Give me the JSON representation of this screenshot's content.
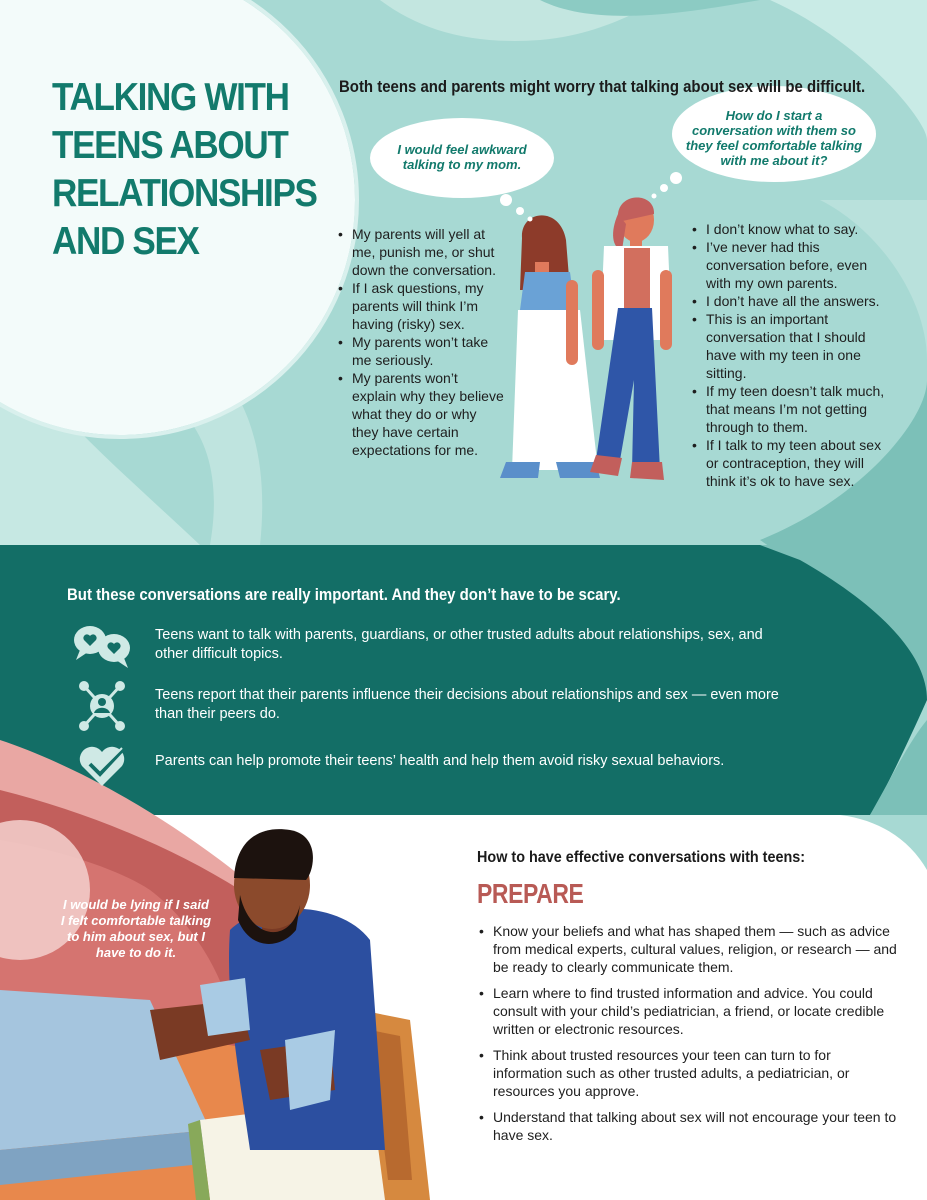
{
  "title": "TALKING WITH TEENS ABOUT RELATIONSHIPS AND SEX",
  "title_lines": [
    "TALKING WITH",
    "TEENS ABOUT",
    "RELATIONSHIPS",
    "AND SEX"
  ],
  "intro": "Both teens and parents might worry that talking about sex will be difficult.",
  "teen_bubble": "I would feel awkward talking to my mom.",
  "parent_bubble": "How do I start a conversation with them so they feel comfortable talking with me about it?",
  "teen_worries": [
    "My parents will yell at me, punish me, or shut down the conversation.",
    "If I ask questions, my parents will think I’m having (risky) sex.",
    "My parents won’t take me seriously.",
    "My parents won’t explain why they believe what they do or why they have certain expectations for me."
  ],
  "parent_worries": [
    "I don’t know what to say.",
    "I’ve never had this conversation before, even with my own parents.",
    "I don’t have all the answers.",
    "This is an important conversation that I should have with my teen in one sitting.",
    "If my teen doesn’t talk much, that means I’m not getting through to them.",
    "If I talk to my teen about sex or contraception, they will think it’s ok to have sex."
  ],
  "important_heading": "But these conversations are really important. And they don’t have to be scary.",
  "facts": [
    {
      "icon": "chat-hearts-icon",
      "text": "Teens want to talk with parents, guardians, or other trusted adults about relationships, sex, and other difficult topics."
    },
    {
      "icon": "network-person-icon",
      "text": "Teens report that their parents influence their decisions about relationships and sex — even more than their peers do."
    },
    {
      "icon": "heart-check-icon",
      "text": "Parents can help promote their teens’ health and help them avoid risky sexual behaviors."
    }
  ],
  "dad_quote": "I would be lying if I said I felt comfortable talking to him about sex, but I have to do it.",
  "howto_heading": "How to have effective conversations with teens:",
  "prepare_heading": "PREPARE",
  "prepare_items": [
    "Know your beliefs and what has shaped them — such as advice from medical experts, cultural values, religion, or research — and be ready to clearly communicate them.",
    "Learn where to find trusted information and advice. You could consult with your child’s pediatrician, a friend, or locate credible written or electronic resources.",
    "Think about trusted resources your teen can turn to for information such as other trusted adults, a pediatrician, or resources you approve.",
    "Understand that talking about sex will not encourage your teen to have sex."
  ],
  "colors": {
    "teal_bg": "#a7d9d3",
    "dark_teal": "#136e66",
    "title_teal": "#127a6c",
    "prepare_red": "#b85a55",
    "rose": "#c25f5c"
  }
}
